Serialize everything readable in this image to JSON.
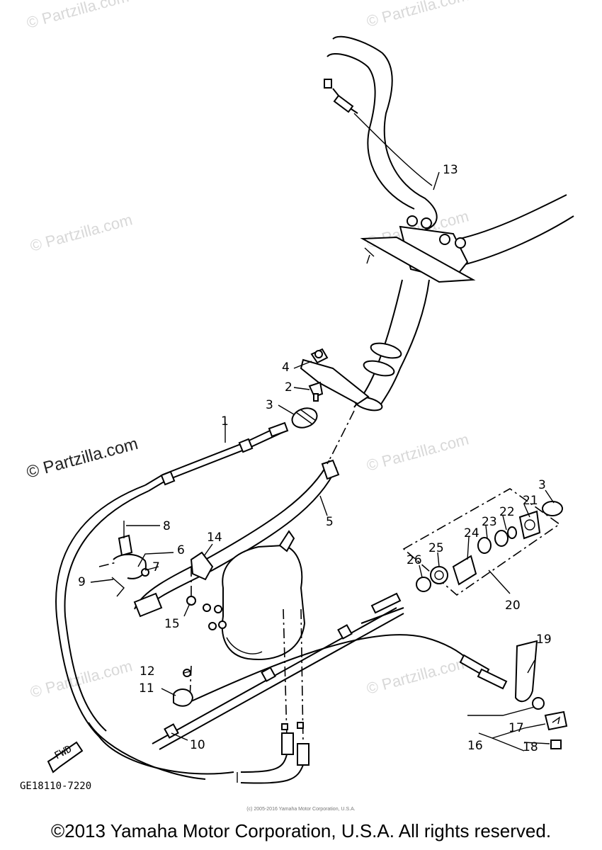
{
  "watermark": "© Partzilla.com",
  "diagram_code": "GE18110-7220",
  "fwd_label": "FWD",
  "tiny_notice": "(c) 2005-2016 Yamaha Motor Corporation, U.S.A.",
  "copyright": "©2013 Yamaha Motor Corporation, U.S.A. All rights reserved.",
  "callouts": {
    "c1": "1",
    "c2": "2",
    "c3a": "3",
    "c3b": "3",
    "c4": "4",
    "c5": "5",
    "c6": "6",
    "c7": "7",
    "c8": "8",
    "c9": "9",
    "c10": "10",
    "c11": "11",
    "c12": "12",
    "c13": "13",
    "c14": "14",
    "c15": "15",
    "c16": "16",
    "c17": "17",
    "c18": "18",
    "c19": "19",
    "c20": "20",
    "c21": "21",
    "c22": "22",
    "c23": "23",
    "c24": "24",
    "c25": "25",
    "c26": "26"
  }
}
